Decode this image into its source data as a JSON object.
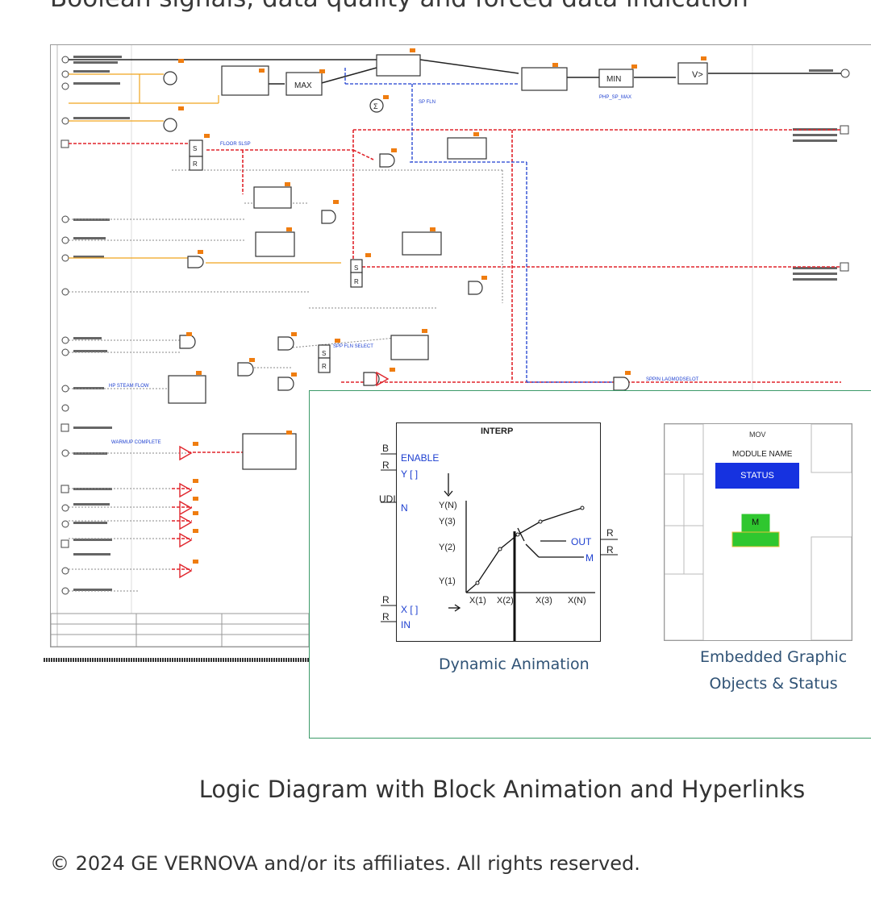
{
  "page": {
    "top_title": "Boolean signals, data quality and forced data indication",
    "caption": "Logic Diagram with Block Animation and Hyperlinks",
    "copyright": "© 2024 GE VERNOVA and/or its affiliates. All rights reserved."
  },
  "colors": {
    "accent_border": "#3c9a69",
    "status_blue": "#1632e0",
    "motor_green": "#2fc72f",
    "signal_red": "#e0242b",
    "signal_blue": "#1d3fd0",
    "signal_orange": "#f0a51e",
    "badge_orange": "#ef7d10"
  },
  "diagram": {
    "blocks": {
      "max": "MAX",
      "min": "MIN",
      "sum": "Σ"
    },
    "side_labels": [
      "FLOOR SLSP",
      "SPP FLN SELECT",
      "HP STEAM FLOW",
      "WARMUP COMPLETE",
      "SPPIN LAGMODSELOT",
      "PHP_SP_MAX",
      "SP FLN"
    ]
  },
  "inset": {
    "interp": {
      "title": "INTERP",
      "enable": "ENABLE",
      "y_in": "Y [ ]",
      "n_in": "N",
      "x_in": "X [ ]",
      "in": "IN",
      "out": "OUT",
      "m": "M",
      "pin_b": "B",
      "pin_r1": "R",
      "pin_udi": "UDI",
      "pin_r2": "R",
      "pin_r3": "R",
      "pin_r_out": "R",
      "pin_r_m": "R",
      "y_labels": [
        "Y(N)",
        "Y(3)",
        "Y(2)",
        "Y(1)"
      ],
      "x_labels": [
        "X(1)",
        "X(2)",
        "X(3)",
        "X(N)"
      ]
    },
    "mov": {
      "title": "MOV",
      "module_name": "MODULE NAME",
      "status": "STATUS",
      "motor": "M"
    },
    "dynamic_label": "Dynamic Animation",
    "embedded_label_1": "Embedded Graphic",
    "embedded_label_2": "Objects & Status"
  }
}
